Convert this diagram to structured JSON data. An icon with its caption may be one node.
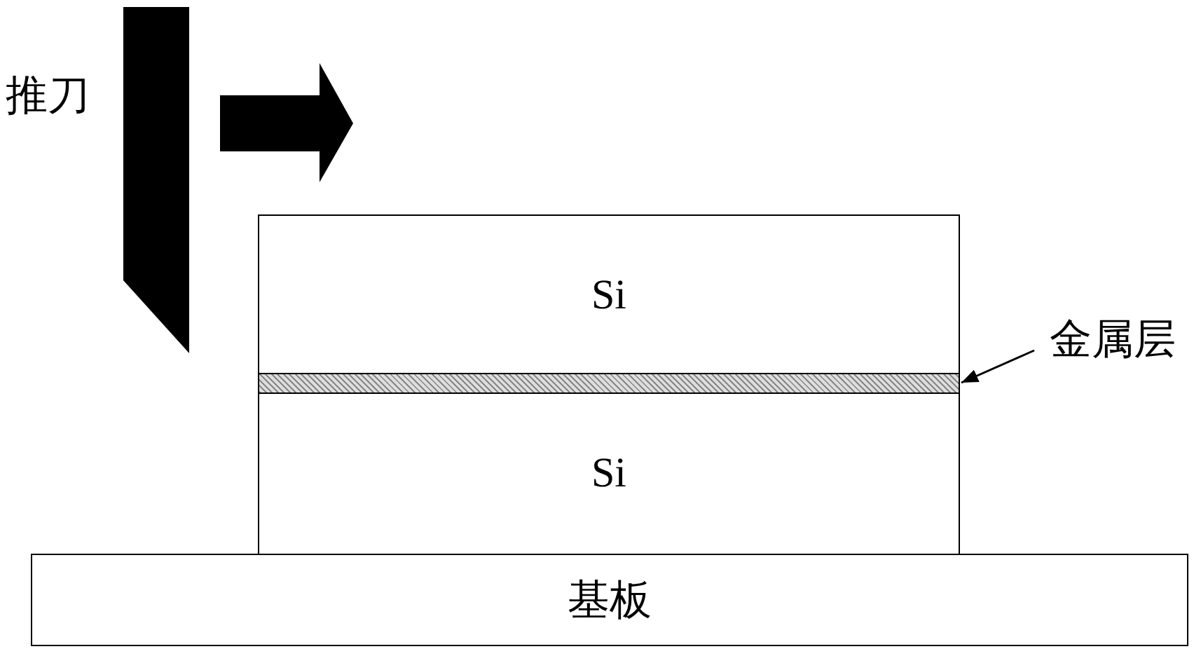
{
  "diagram": {
    "nodes": [
      {
        "text": [
          "Si"
        ]
      },
      {
        "text": [
          "金属层"
        ]
      },
      {
        "text": [],
        "shape": "bar"
      },
      {
        "text": [
          "Si"
        ]
      },
      {
        "text": [
          "基板"
        ]
      }
    ],
    "edges": [
      {
        "from": 1,
        "to": 2,
        "arrow": "to"
      }
    ],
    "labels": [
      "推刀"
    ]
  }
}
